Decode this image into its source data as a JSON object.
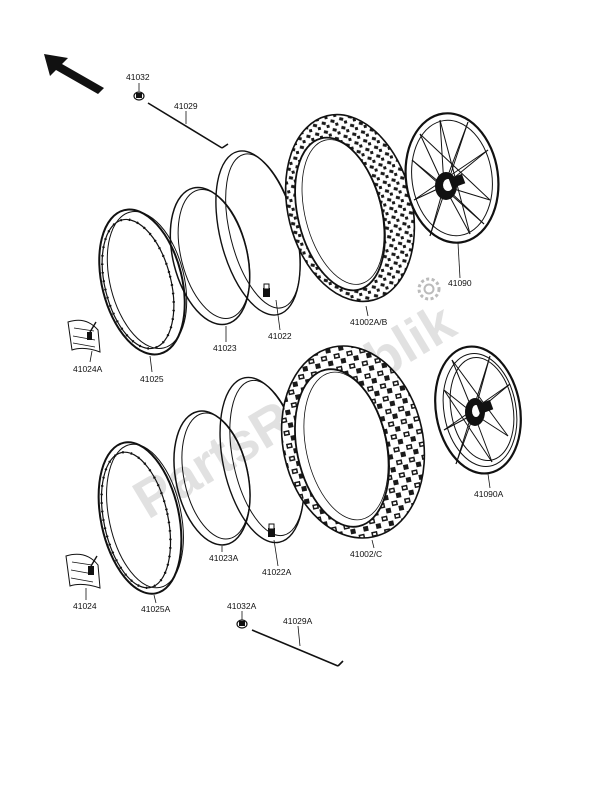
{
  "watermark": "PartsRepublik",
  "labels": {
    "p41032": "41032",
    "p41029": "41029",
    "p41024A": "41024A",
    "p41025": "41025",
    "p41023": "41023",
    "p41022": "41022",
    "p41002AB": "41002A/B",
    "p41090": "41090",
    "p41090A": "41090A",
    "p41002C": "41002/C",
    "p41022A": "41022A",
    "p41023A": "41023A",
    "p41025A": "41025A",
    "p41024": "41024",
    "p41032A": "41032A",
    "p41029A": "41029A"
  },
  "icons": {
    "direction": "direction-arrow-icon",
    "gear": "gear-logo-icon"
  }
}
